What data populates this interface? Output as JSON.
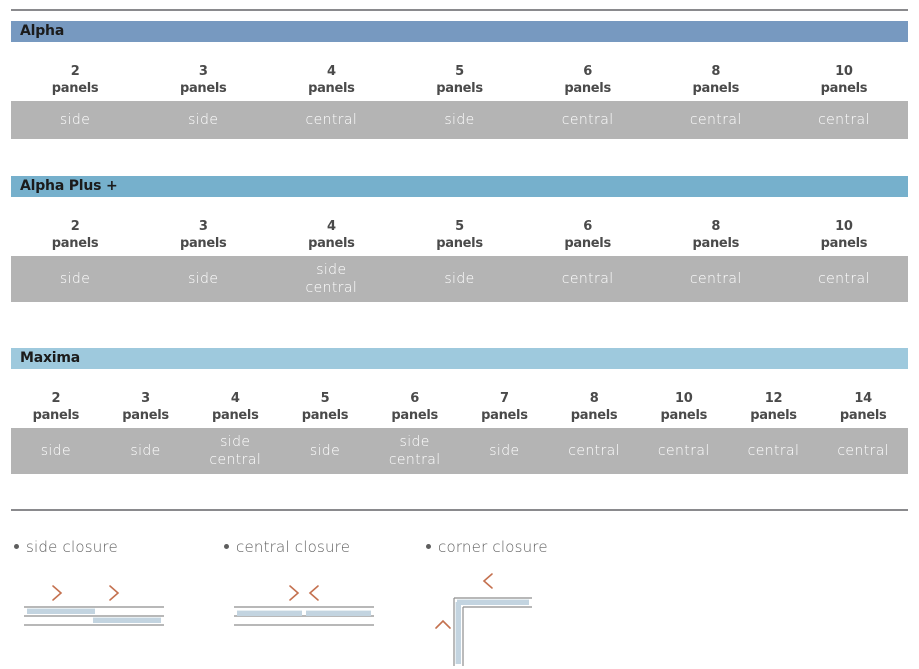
{
  "colors": {
    "header_alpha": "#7799c0",
    "header_alpha_plus": "#76b0cc",
    "header_maxima": "#9ec9dd",
    "value_bar": "#b4b4b4",
    "rule": "#8a8a8d",
    "value_text": "#ffffff",
    "head_text": "#4a4a4a",
    "legend_text": "#5e5e5e",
    "arrow_accent": "#c4714f",
    "panel_blue": "#c3d4e0",
    "panel_gray": "#9b9b9b"
  },
  "top_rule": true,
  "mid_rule": true,
  "sections": [
    {
      "id": "alpha",
      "title": "Alpha",
      "header_color": "#7799c0",
      "unit": "panels",
      "columns": [
        {
          "count": "2",
          "unit": "panels",
          "closures": [
            "side"
          ]
        },
        {
          "count": "3",
          "unit": "panels",
          "closures": [
            "side"
          ]
        },
        {
          "count": "4",
          "unit": "panels",
          "closures": [
            "central"
          ]
        },
        {
          "count": "5",
          "unit": "panels",
          "closures": [
            "side"
          ]
        },
        {
          "count": "6",
          "unit": "panels",
          "closures": [
            "central"
          ]
        },
        {
          "count": "8",
          "unit": "panels",
          "closures": [
            "central"
          ]
        },
        {
          "count": "10",
          "unit": "panels",
          "closures": [
            "central"
          ]
        }
      ]
    },
    {
      "id": "alpha-plus",
      "title": "Alpha Plus +",
      "header_color": "#76b0cc",
      "unit": "panels",
      "columns": [
        {
          "count": "2",
          "unit": "panels",
          "closures": [
            "side"
          ]
        },
        {
          "count": "3",
          "unit": "panels",
          "closures": [
            "side"
          ]
        },
        {
          "count": "4",
          "unit": "panels",
          "closures": [
            "side",
            "central"
          ]
        },
        {
          "count": "5",
          "unit": "panels",
          "closures": [
            "side"
          ]
        },
        {
          "count": "6",
          "unit": "panels",
          "closures": [
            "central"
          ]
        },
        {
          "count": "8",
          "unit": "panels",
          "closures": [
            "central"
          ]
        },
        {
          "count": "10",
          "unit": "panels",
          "closures": [
            "central"
          ]
        }
      ]
    },
    {
      "id": "maxima",
      "title": "Maxima",
      "header_color": "#9ec9dd",
      "unit": "panels",
      "columns": [
        {
          "count": "2",
          "unit": "panels",
          "closures": [
            "side"
          ]
        },
        {
          "count": "3",
          "unit": "panels",
          "closures": [
            "side"
          ]
        },
        {
          "count": "4",
          "unit": "panels",
          "closures": [
            "side",
            "central"
          ]
        },
        {
          "count": "5",
          "unit": "panels",
          "closures": [
            "side"
          ]
        },
        {
          "count": "6",
          "unit": "panels",
          "closures": [
            "side",
            "central"
          ]
        },
        {
          "count": "7",
          "unit": "panels",
          "closures": [
            "side"
          ]
        },
        {
          "count": "8",
          "unit": "panels",
          "closures": [
            "central"
          ]
        },
        {
          "count": "10",
          "unit": "panels",
          "closures": [
            "central"
          ]
        },
        {
          "count": "12",
          "unit": "panels",
          "closures": [
            "central"
          ]
        },
        {
          "count": "14",
          "unit": "panels",
          "closures": [
            "central"
          ]
        }
      ]
    }
  ],
  "legend": {
    "items": [
      {
        "id": "side",
        "label": "side closure",
        "diagram": "side-closure-diagram"
      },
      {
        "id": "central",
        "label": "central closure",
        "diagram": "central-closure-diagram"
      },
      {
        "id": "corner",
        "label": "corner closure",
        "diagram": "corner-closure-diagram"
      }
    ]
  }
}
